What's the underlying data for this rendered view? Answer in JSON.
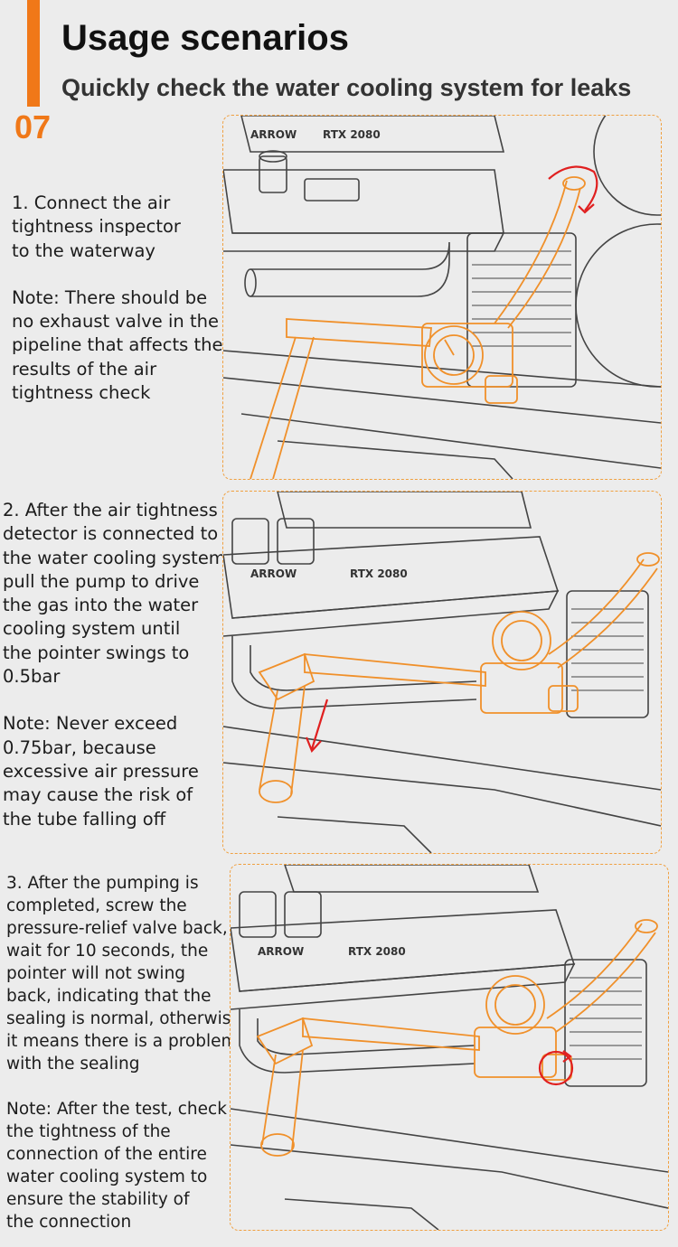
{
  "header": {
    "title": "Usage scenarios",
    "subtitle": "Quickly check the water cooling system for leaks",
    "step_number": "07"
  },
  "steps": [
    {
      "lines": [
        "1. Connect the air",
        "tightness inspector",
        "to the waterway"
      ],
      "note_lines": [
        "Note: There should be",
        "no exhaust valve in the",
        "pipeline that affects the",
        "results of the air",
        "tightness check"
      ]
    },
    {
      "lines": [
        "2. After the air tightness",
        "detector is connected to",
        "the water cooling system,",
        "pull the pump to drive",
        "the gas into the water",
        "cooling system until",
        "the pointer swings to",
        "0.5bar"
      ],
      "note_lines": [
        "Note: Never exceed",
        "0.75bar, because",
        "excessive air pressure",
        "may cause the risk of",
        "the tube falling off"
      ]
    },
    {
      "lines": [
        "3. After the pumping is",
        "completed, screw the",
        "pressure-relief valve back,",
        "wait for 10 seconds, the",
        "pointer will not swing",
        "back, indicating that the",
        "sealing is normal, otherwise",
        "it means there is a problem",
        "with the sealing"
      ],
      "note_lines": [
        "Note: After the test, check",
        "the tightness of the",
        "connection of the entire",
        "water cooling system to",
        "ensure the stability of",
        "the connection"
      ]
    }
  ],
  "illustration_labels": {
    "brand": "ARROW",
    "gpu_model": "RTX 2080"
  },
  "colors": {
    "accent": "#f07818",
    "tool_outline": "#f0902a",
    "arrow_red": "#e02020",
    "line_art": "#444444",
    "panel_border": "#f0a040"
  }
}
